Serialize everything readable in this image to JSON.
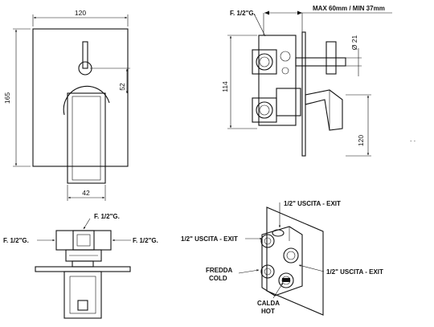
{
  "front_view": {
    "width_dim": "120",
    "height_dim": "165",
    "lever_offset_dim": "52",
    "handle_width_dim": "42"
  },
  "side_view": {
    "inlet_label": "F. 1/2\"G.",
    "depth_label": "MAX 60mm / MIN 37mm",
    "diameter_dim": "Ø 21",
    "height_114_dim": "114",
    "height_120_dim": "120",
    "dots": ". ."
  },
  "bottom_view": {
    "top_label": "F. 1/2\"G.",
    "left_label": "F. 1/2\"G.",
    "right_label": "F. 1/2\"G."
  },
  "iso_view": {
    "exit_top_label": "1/2\" USCITA - EXIT",
    "exit_left_label": "1/2\" USCITA - EXIT",
    "exit_right_label": "1/2\" USCITA - EXIT",
    "cold_label_it": "FREDDA",
    "cold_label_en": "COLD",
    "hot_label_it": "CALDA",
    "hot_label_en": "HOT"
  }
}
